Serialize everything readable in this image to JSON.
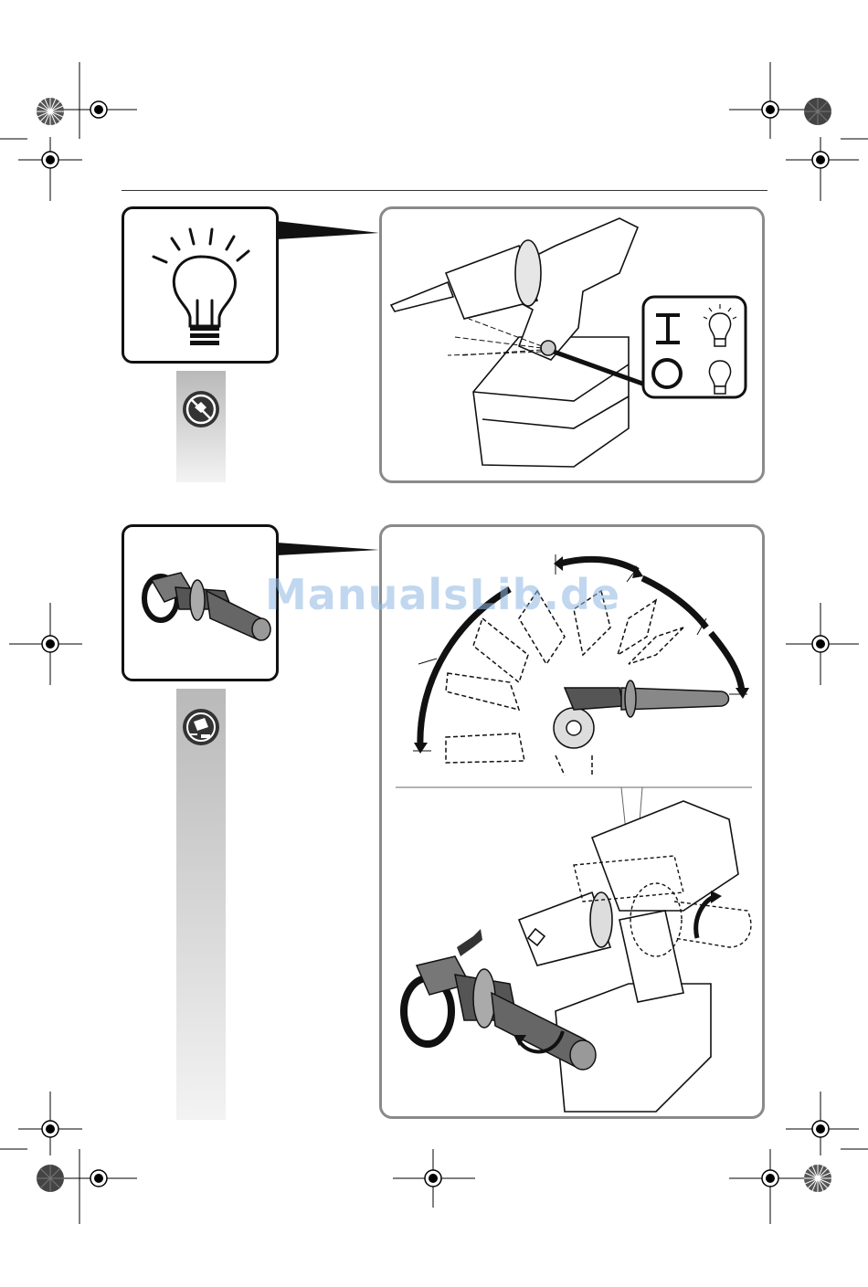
{
  "watermark": {
    "text": "ManualsLib.de",
    "color": "#8fb8e3"
  },
  "colors": {
    "frame": "#8a8a8a",
    "ink": "#111111",
    "strip_top": "#b9b9b9",
    "strip_bottom": "#f3f3f3"
  },
  "figure1": {
    "icon": "light-bulb-icon",
    "badge_icon": "no-storage-icon",
    "legend": {
      "on_symbol": "I",
      "off_symbol": "O",
      "on_icon": "bulb-lit-icon",
      "off_icon": "bulb-off-icon"
    }
  },
  "figure2": {
    "icon": "auxiliary-handle-icon",
    "badge_icon": "remove-battery-icon"
  }
}
